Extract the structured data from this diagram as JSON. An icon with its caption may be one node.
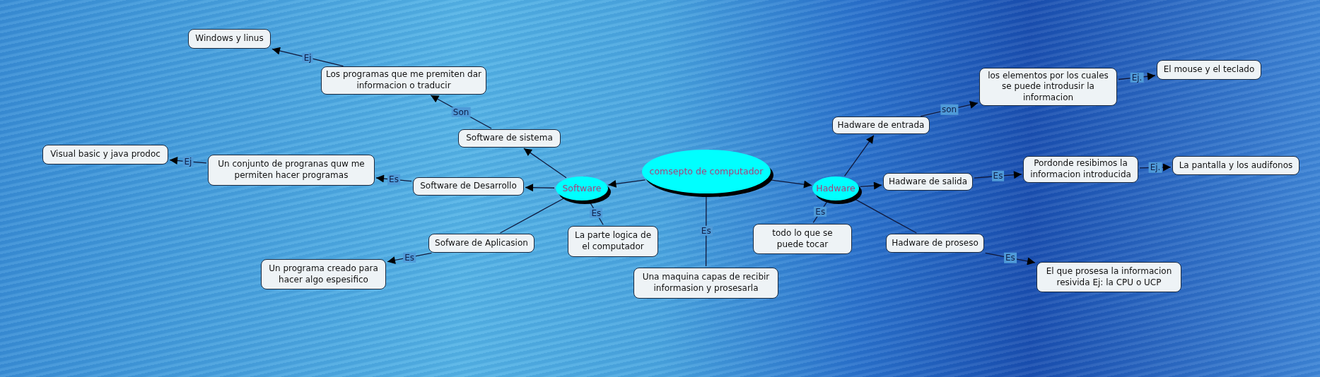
{
  "diagram": {
    "nodes": [
      {
        "text": [
          "comsepto de computador"
        ]
      },
      {
        "text": [
          "Software"
        ]
      },
      {
        "text": [
          "Hadware"
        ]
      },
      {
        "text": [
          "Software de sistema"
        ]
      },
      {
        "text": [
          "Los programas que me premiten dar informacion o traducir"
        ]
      },
      {
        "text": [
          "Windows y linus"
        ]
      },
      {
        "text": [
          "Software de Desarrollo"
        ]
      },
      {
        "text": [
          "Un conjunto de progranas quw me permiten hacer programas"
        ]
      },
      {
        "text": [
          "Visual basic y java prodoc"
        ]
      },
      {
        "text": [
          "Sofware de Aplicasion"
        ]
      },
      {
        "text": [
          "Un programa creado para hacer algo espesifico"
        ]
      },
      {
        "text": [
          "La parte logica de el computador"
        ]
      },
      {
        "text": [
          "Una maquina capas de recibir informasion y prosesarla"
        ]
      },
      {
        "text": [
          "Hadware de entrada"
        ]
      },
      {
        "text": [
          "los elementos por los cuales se puede introdusir la informacion"
        ]
      },
      {
        "text": [
          "El mouse y el teclado"
        ]
      },
      {
        "text": [
          "Hadware de salida"
        ]
      },
      {
        "text": [
          "Pordonde resibimos la informacion introducida"
        ]
      },
      {
        "text": [
          "La pantalla y los audifonos"
        ]
      },
      {
        "text": [
          "todo lo que se puede tocar"
        ]
      },
      {
        "text": [
          "Hadware de proseso"
        ]
      },
      {
        "text": [
          "El que prosesa la informacion resivida Ej: la CPU o UCP"
        ]
      }
    ],
    "edges": [
      {
        "from": 0,
        "to": 1,
        "arrow": "to"
      },
      {
        "from": 0,
        "to": 2,
        "arrow": "to"
      },
      {
        "from": 0,
        "to": 12,
        "arrow": "none",
        "label": "Es"
      },
      {
        "from": 1,
        "to": 3,
        "arrow": "to"
      },
      {
        "from": 1,
        "to": 6,
        "arrow": "to"
      },
      {
        "from": 1,
        "to": 9,
        "arrow": "none"
      },
      {
        "from": 1,
        "to": 11,
        "arrow": "none",
        "label": "Es"
      },
      {
        "from": 3,
        "to": 4,
        "arrow": "to",
        "label": "Son"
      },
      {
        "from": 4,
        "to": 5,
        "arrow": "to",
        "label": "Ej"
      },
      {
        "from": 6,
        "to": 7,
        "arrow": "to",
        "label": "Es"
      },
      {
        "from": 7,
        "to": 8,
        "arrow": "to",
        "label": "Ej"
      },
      {
        "from": 9,
        "to": 10,
        "arrow": "to",
        "label": "Es"
      },
      {
        "from": 2,
        "to": 13,
        "arrow": "to"
      },
      {
        "from": 2,
        "to": 16,
        "arrow": "to"
      },
      {
        "from": 2,
        "to": 19,
        "arrow": "none",
        "label": "Es"
      },
      {
        "from": 2,
        "to": 20,
        "arrow": "none"
      },
      {
        "from": 13,
        "to": 14,
        "arrow": "to",
        "label": "son"
      },
      {
        "from": 14,
        "to": 15,
        "arrow": "to",
        "label": "Ej."
      },
      {
        "from": 16,
        "to": 17,
        "arrow": "to",
        "label": "Es"
      },
      {
        "from": 17,
        "to": 18,
        "arrow": "to",
        "label": "Ej."
      },
      {
        "from": 20,
        "to": 21,
        "arrow": "to",
        "label": "Es"
      }
    ]
  }
}
